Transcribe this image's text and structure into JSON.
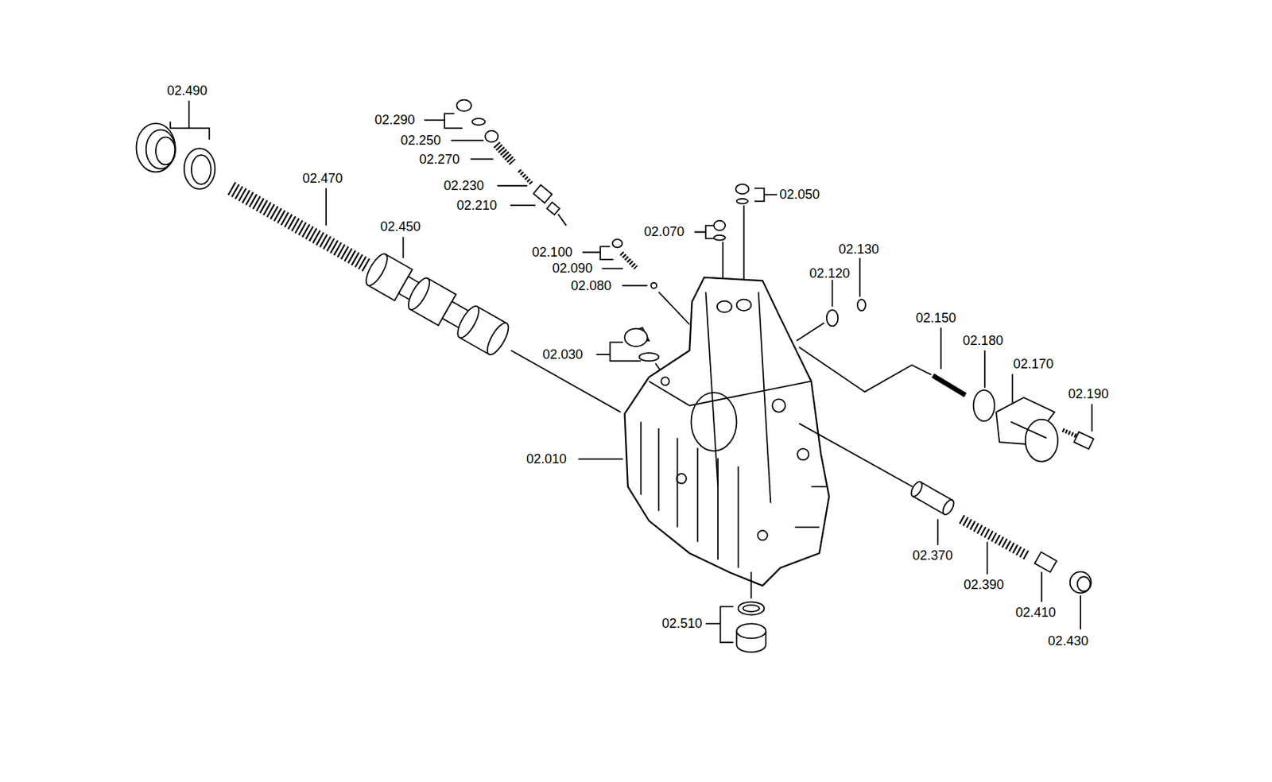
{
  "diagram": {
    "labels": [
      "02.490",
      "02.290",
      "02.250",
      "02.270",
      "02.470",
      "02.230",
      "02.210",
      "02.050",
      "02.070",
      "02.450",
      "02.100",
      "02.090",
      "02.130",
      "02.080",
      "02.120",
      "02.150",
      "02.180",
      "02.170",
      "02.030",
      "02.190",
      "02.010",
      "02.370",
      "02.390",
      "02.410",
      "02.430",
      "02.510"
    ]
  }
}
